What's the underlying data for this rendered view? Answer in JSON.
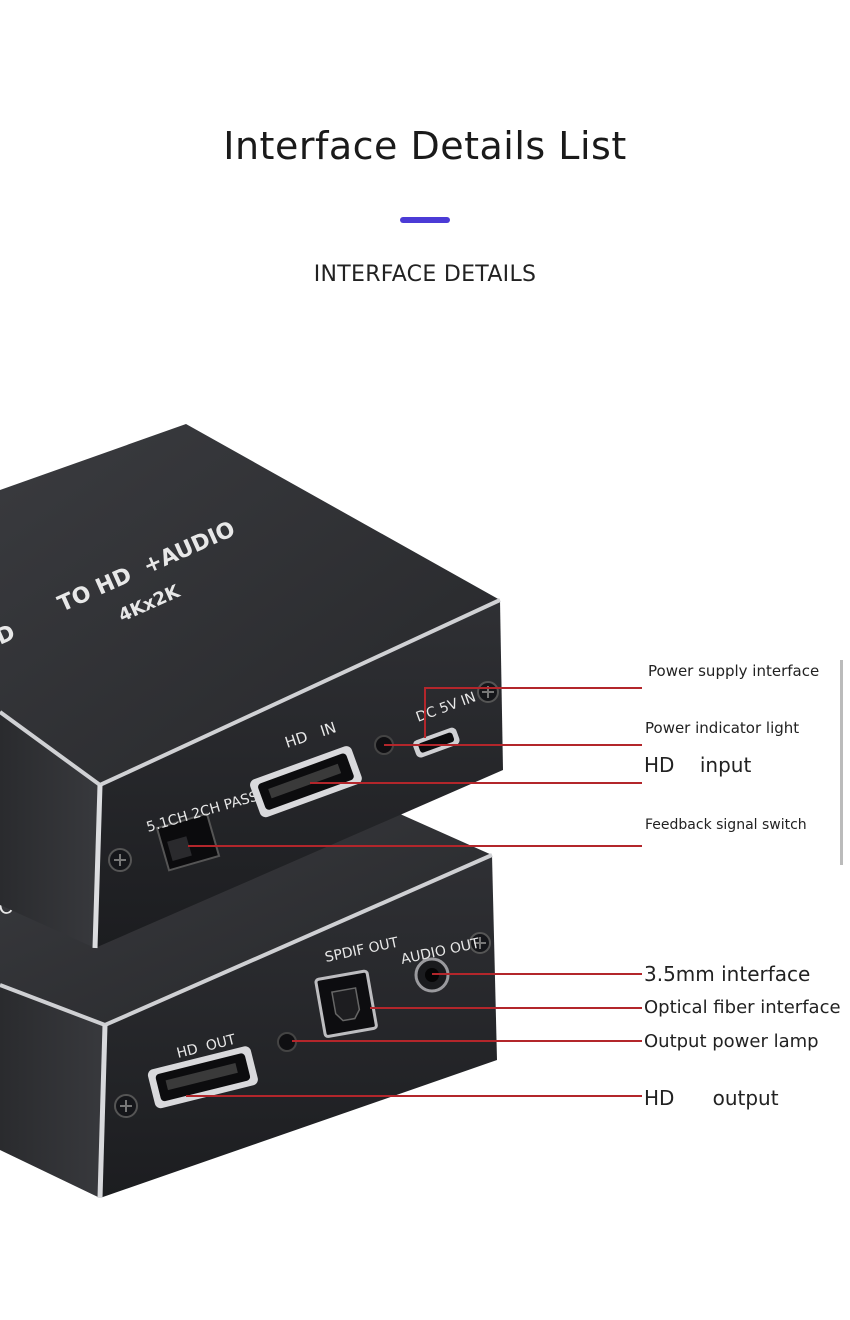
{
  "header": {
    "title": "Interface Details List",
    "subtitle": "INTERFACE DETAILS",
    "accent_color": "#4b3bd6"
  },
  "device": {
    "top_unit": {
      "face_label": "TO HD  +AUDIO",
      "resolution": "4Kx2K",
      "edge_letter": "D",
      "dc_label": "DC 5V IN",
      "hdmi_in_label": "HD   IN",
      "switch_label": "5.1CH 2CH PASS"
    },
    "bottom_unit": {
      "edge_letter": "O",
      "spdif_label": "SPDIF OUT",
      "audio_label": "AUDIO OUT",
      "hdmi_out_label": "HD  OUT"
    }
  },
  "callouts": [
    {
      "id": "power-supply",
      "text": "Power supply interface"
    },
    {
      "id": "power-indicator",
      "text": "Power indicator light"
    },
    {
      "id": "hdmi-input",
      "text": "HD    input"
    },
    {
      "id": "feedback-switch",
      "text": "Feedback signal switch"
    },
    {
      "id": "audio-35",
      "text": "3.5mm interface"
    },
    {
      "id": "optical",
      "text": "Optical fiber interface"
    },
    {
      "id": "output-lamp",
      "text": "Output power lamp"
    },
    {
      "id": "hdmi-output",
      "text": "HD      output"
    }
  ],
  "line_color": "#b3262b"
}
